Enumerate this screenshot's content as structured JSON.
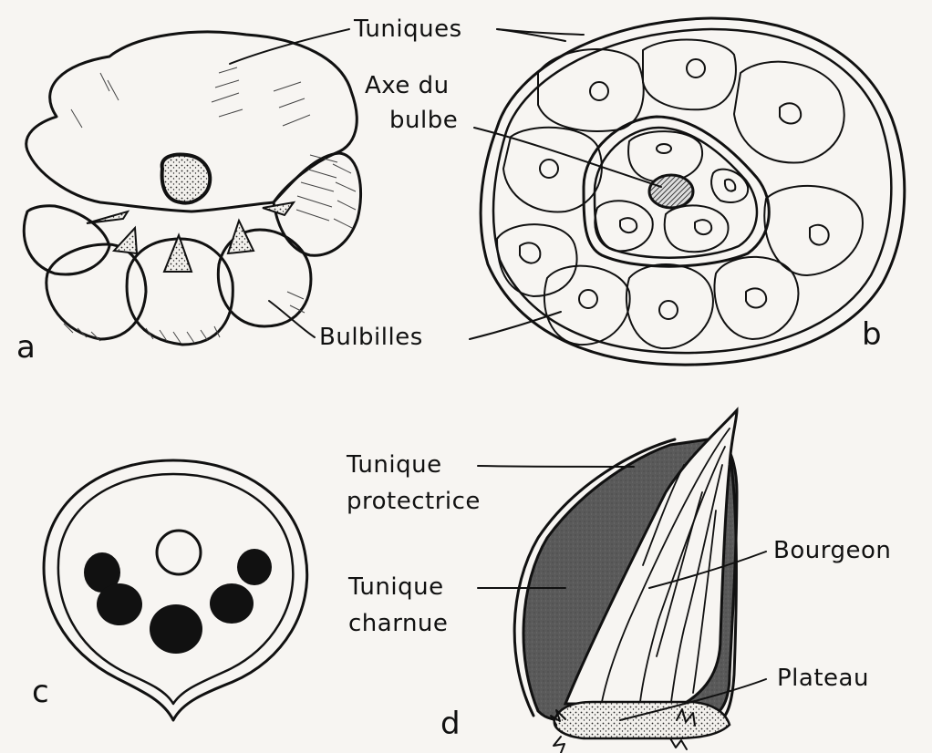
{
  "panels": {
    "a": {
      "letter": "a"
    },
    "b": {
      "letter": "b"
    },
    "c": {
      "letter": "c"
    },
    "d": {
      "letter": "d"
    }
  },
  "labels": {
    "tuniques": "Tuniques",
    "axe_line1": "Axe du",
    "axe_line2": "bulbe",
    "bulbilles": "Bulbilles",
    "tunique_protectrice_line1": "Tunique",
    "tunique_protectrice_line2": "protectrice",
    "tunique_charnue_line1": "Tunique",
    "tunique_charnue_line2": "charnue",
    "bourgeon": "Bourgeon",
    "plateau": "Plateau"
  },
  "colors": {
    "ink": "#111111",
    "paper": "#f7f5f2",
    "shading": "#5a5a5a"
  }
}
